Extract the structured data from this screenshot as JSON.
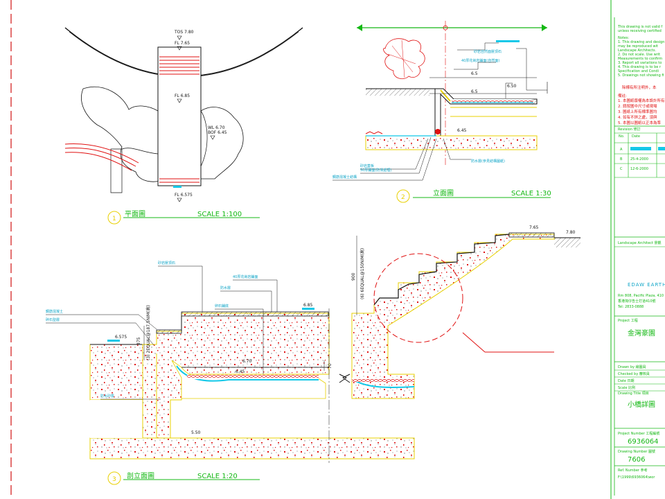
{
  "plan": {
    "tos": "TOS 7.80",
    "fl_top": "FL 7.65",
    "fl_mid": "FL 6.85",
    "wl": "WL 6.70",
    "bof": "BOF 6.45",
    "fl_bottom": "FL 6.575",
    "caption_number": "1",
    "caption_title": "平面圖",
    "caption_scale": "SCALE 1:100"
  },
  "elevation": {
    "dim_top": "6.5",
    "dim_mid": "6.5",
    "level_a": "6.50",
    "level_b": "6.45",
    "callout_a": "砂岩自然面壓頂石",
    "callout_b": "40厚花崗岩鋪面(自然面)",
    "callout_c": "砂岩蓋板",
    "callout_d": "50厚鋪面(防滑處理)",
    "callout_e": "鋼筋混凝土結構",
    "callout_f": "防水層(參見結構圖紙)",
    "caption_number": "2",
    "caption_title": "立面圖",
    "caption_scale": "SCALE 1:30"
  },
  "section": {
    "level_675": "6.575",
    "level_685": "6.85",
    "level_670": "6.70",
    "level_645": "6.45",
    "level_550": "5.50",
    "level_765": "7.65",
    "level_780": "7.80",
    "dim_rise_left": "375",
    "dim_steps_left": "(3) 2EQUAL@187.5NIM(高)",
    "dim_rise_right": "900",
    "dim_steps_right": "(6) 6EQUAL@150NIM(高)",
    "dim_water": "70",
    "callout_1": "砂岩壓頂石",
    "callout_2": "40厚花崗岩鋪面",
    "callout_3": "防水層",
    "callout_4": "卵石鋪底",
    "callout_5": "鋼筋混凝土",
    "callout_6": "碎石墊層",
    "callout_7": "防水砂漿",
    "caption_number": "3",
    "caption_title": "剖立面圖",
    "caption_scale": "SCALE 1:20"
  },
  "titleblock": {
    "notes_en": [
      "This drawing is not valid f",
      "unless receiving certified",
      "Notes:",
      "1. This drawing and design",
      "   may be reproduced wit",
      "   Landscape Architects.",
      "2. Do not scale. Use writ",
      "   Measurements to confirm",
      "3. Report all variations to",
      "4. This drawing is to be r",
      "   Specification and Condi",
      "5. Drawings not showing fi"
    ],
    "notes_cn_header": "除標有所注明外，本",
    "notes_cn_title": "備註:",
    "notes_cn": [
      "1. 本圖紙版權為本設計所有",
      "2. 請按圖中尺寸或現場",
      "3. 圖紙上所有標準圖均",
      "4. 如有不詳之處，須與",
      "5. 本圖以圖紙以正本為準"
    ],
    "revision_label": "Revision 修訂",
    "rev_head_no": "No.",
    "rev_head_date": "Date",
    "rev_rows": [
      {
        "no": "A",
        "date": "",
        "desc": ""
      },
      {
        "no": "B",
        "date": "25-4-2000",
        "desc": ""
      },
      {
        "no": "C",
        "date": "12-6-2000",
        "desc": ""
      }
    ],
    "architect_label": "Landscape Architect 景觀",
    "company": "EDAW EARTH",
    "address_1": "Rm 808, Pacific Plaza, 410",
    "address_2": "香港灣仔告士打道410號",
    "address_3": "Tel: 2833-0888",
    "project_label": "Project 工程",
    "project_name": "金灣豪園",
    "drawn_by": "Drawn by 繪圖員",
    "checked_by": "Checked by 審核員",
    "date_label": "Date 日期",
    "scale_label": "Scale 比例",
    "drawing_title_label": "Drawing Title 項目",
    "drawing_title": "小橋詳圖",
    "project_number_label": "Project Number 工程編號",
    "project_number": "6936064",
    "drawing_number_label": "Drawing Number 圖號",
    "drawing_number": "7606",
    "ref_number_label": "Ref. Number 參考",
    "ref_number": "F:\\1999\\6936064\\wor"
  }
}
